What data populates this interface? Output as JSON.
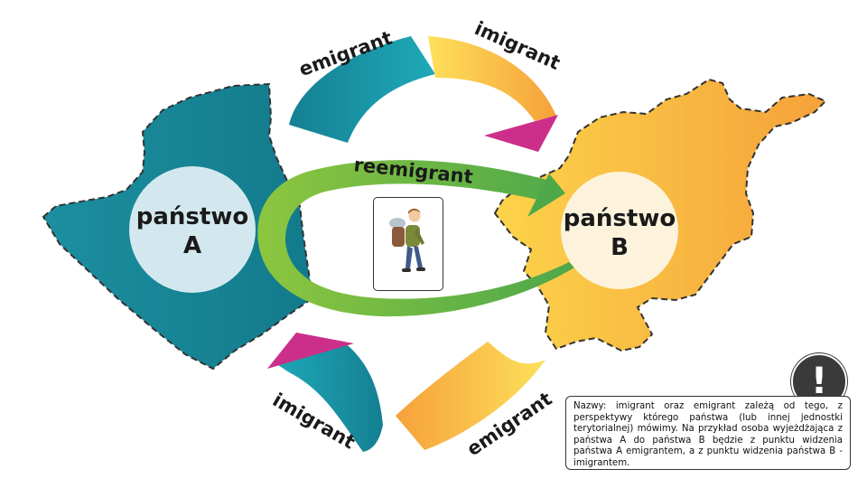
{
  "diagram": {
    "country_a": {
      "label_line1": "państwo",
      "label_line2": "A",
      "color": "#1c8fa0"
    },
    "country_b": {
      "label_line1": "państwo",
      "label_line2": "B",
      "color": "#f6b33c"
    },
    "arrows": {
      "top_left": "emigrant",
      "top_right": "imigrant",
      "reemigrant": "reemigrant",
      "bottom_left": "imigrant",
      "bottom_right": "emigrant"
    },
    "accent_colors": {
      "teal": "#1c8fa0",
      "orange": "#f6b33c",
      "green": "#6ab04c",
      "magenta": "#cc2f8a"
    }
  },
  "note": {
    "icon": "exclamation-icon",
    "icon_text": "!",
    "text": "Nazwy: imigrant oraz emigrant zależą od tego, z perspektywy którego państwa (lub innej jednostki terytorialnej) mówimy. Na przykład osoba wyjeżdżająca z państwa A do państwa B będzie z punktu widzenia państwa A emigrantem, a z punktu widzenia państwa B - imigrantem."
  },
  "traveler_icon": "traveler-with-backpack-icon"
}
